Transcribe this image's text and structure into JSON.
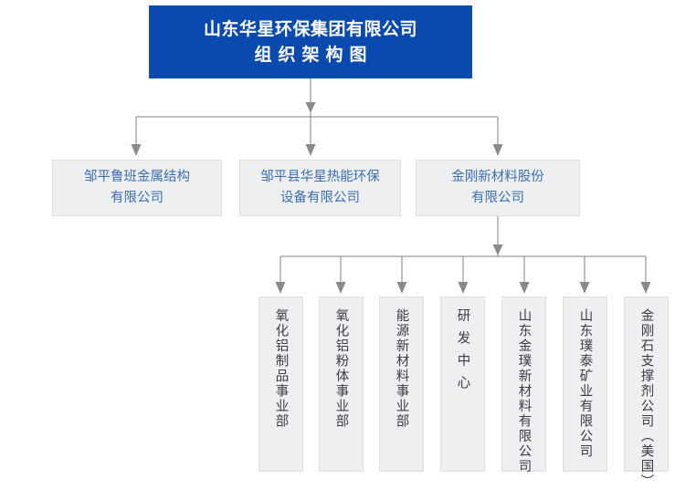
{
  "colors": {
    "root_bg": "#0a4aae",
    "root_text": "#ffffff",
    "box_bg": "#eeeff0",
    "box_border": "#dedfe1",
    "level2_text": "#3d6eb0",
    "level3_text": "#3c3c46",
    "connector": "#808080",
    "page_bg": "#ffffff"
  },
  "root": {
    "line1": "山东华星环保集团有限公司",
    "line2": "组织架构图"
  },
  "level2": [
    {
      "line1": "邹平鲁班金属结构",
      "line2": "有限公司"
    },
    {
      "line1": "邹平县华星热能环保",
      "line2": "设备有限公司"
    },
    {
      "line1": "金刚新材料股份",
      "line2": "有限公司"
    }
  ],
  "level3_parent_index": 2,
  "level3": [
    {
      "label": "氧化铝制品事业部",
      "spaced": false
    },
    {
      "label": "氧化铝粉体事业部",
      "spaced": false
    },
    {
      "label": "能源新材料事业部",
      "spaced": false
    },
    {
      "label": "研发中心",
      "spaced": true
    },
    {
      "label": "山东金璞新材料有限公司",
      "spaced": false
    },
    {
      "label": "山东璞泰矿业有限公司",
      "spaced": false
    },
    {
      "label": "金刚石支撑剂公司（美国）",
      "spaced": false
    }
  ]
}
